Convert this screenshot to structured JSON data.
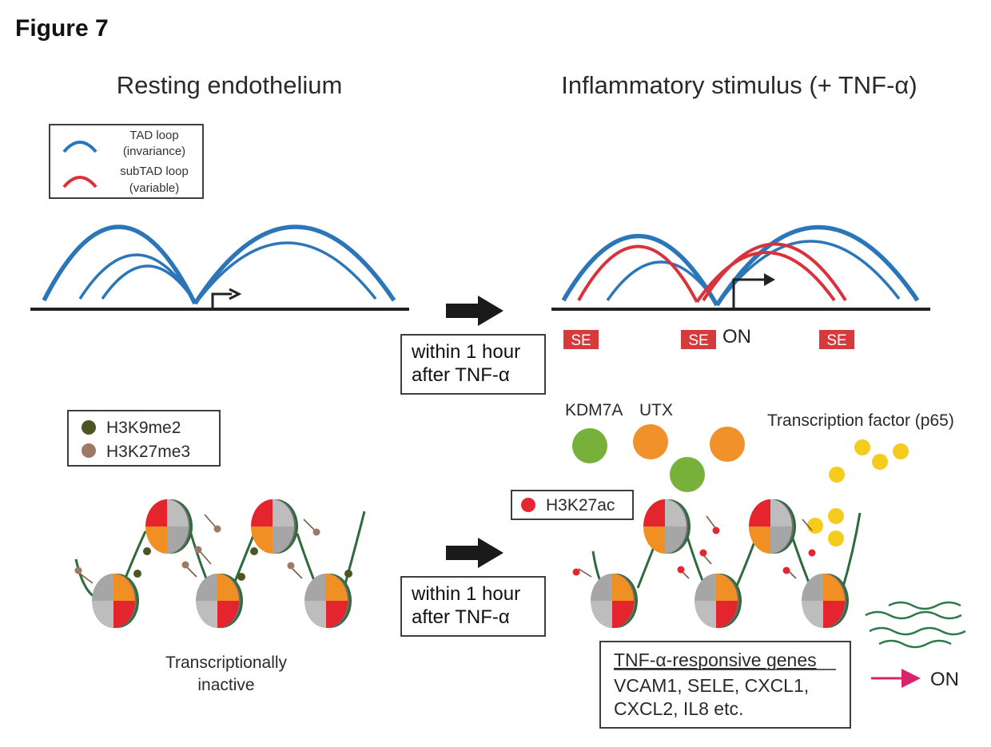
{
  "figure_title": "Figure 7",
  "left_heading": "Resting endothelium",
  "right_heading": "Inflammatory stimulus (+ TNF-α)",
  "loop_legend": {
    "tad_line1": "TAD loop",
    "tad_line2": "(invariance)",
    "subtad_line1": "subTAD loop",
    "subtad_line2": "(variable)"
  },
  "time_label_top": {
    "line1": "within 1 hour",
    "line2": "after TNF-α"
  },
  "time_label_bottom": {
    "line1": "within 1 hour",
    "line2": "after TNF-α"
  },
  "se_label": "SE",
  "on_label_top": "ON",
  "mark_legend": {
    "h3k9": "H3K9me2",
    "h3k27me3": "H3K27me3"
  },
  "h3k27ac_label": "H3K27ac",
  "kdm7a_label": "KDM7A",
  "utx_label": "UTX",
  "tf_label": "Transcription factor (p65)",
  "inactive_line1": "Transcriptionally",
  "inactive_line2": "inactive",
  "genes": {
    "title": "TNF-α-responsive genes",
    "line1": "VCAM1, SELE, CXCL1,",
    "line2": "CXCL2, IL8 etc."
  },
  "on_label_bottom": "ON",
  "colors": {
    "tad_blue": "#2a76b9",
    "subtad_red": "#d9323a",
    "se_red": "#d63b3b",
    "h3k9me2": "#4d5523",
    "h3k27me3": "#9c7a66",
    "h3k27ac": "#e3262f",
    "kdm7a_green": "#77b13a",
    "utx_orange": "#f1912a",
    "p65_yellow": "#f5cb1e",
    "rna_green": "#2f7a4a",
    "on_arrow_pink": "#d9236b"
  }
}
